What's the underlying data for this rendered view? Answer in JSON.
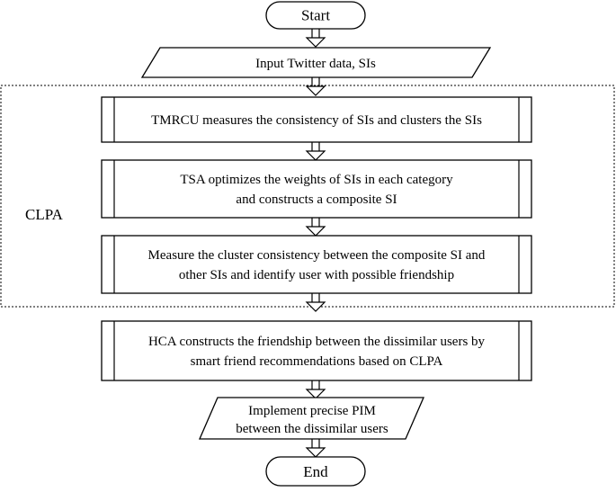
{
  "start": "Start",
  "input": "Input Twitter data, SIs",
  "clpa_label": "CLPA",
  "clpa_steps": [
    {
      "lines": [
        "TMRCU measures the consistency of SIs and clusters the SIs"
      ]
    },
    {
      "lines": [
        "TSA optimizes the weights of SIs in each category",
        "and constructs a composite SI"
      ]
    },
    {
      "lines": [
        "Measure the cluster consistency between the composite SI and",
        "other SIs  and identify user with possible friendship"
      ]
    }
  ],
  "hca": {
    "lines": [
      "HCA constructs the friendship between the dissimilar users by",
      "smart friend recommendations based on CLPA"
    ]
  },
  "output": {
    "lines": [
      "Implement precise PIM",
      "between the dissimilar users"
    ]
  },
  "end": "End"
}
